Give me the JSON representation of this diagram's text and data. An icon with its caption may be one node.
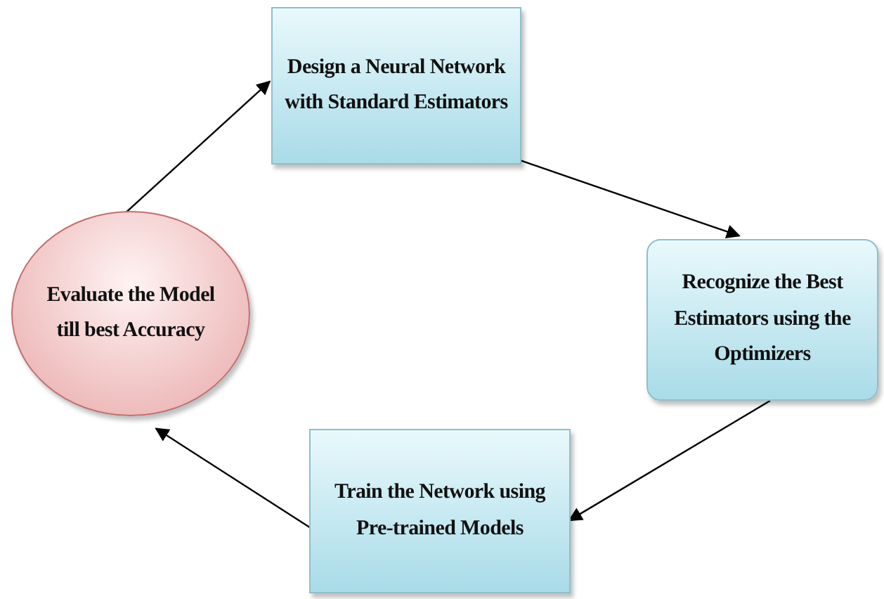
{
  "diagram": {
    "nodes": [
      {
        "text": [
          "Design a Neural Network with Standard Estimators"
        ]
      },
      {
        "text": [
          "Recognize the Best Estimators using the Optimizers"
        ]
      },
      {
        "text": [
          "Train the Network using Pre-trained Models"
        ]
      },
      {
        "text": [
          "Evaluate the Model till best Accuracy"
        ]
      }
    ],
    "edges": [
      {
        "from": 0,
        "to": 1,
        "arrow": "to"
      },
      {
        "from": 1,
        "to": 2,
        "arrow": "to"
      },
      {
        "from": 2,
        "to": 3,
        "arrow": "to"
      },
      {
        "from": 3,
        "to": 0,
        "arrow": "to"
      }
    ]
  }
}
